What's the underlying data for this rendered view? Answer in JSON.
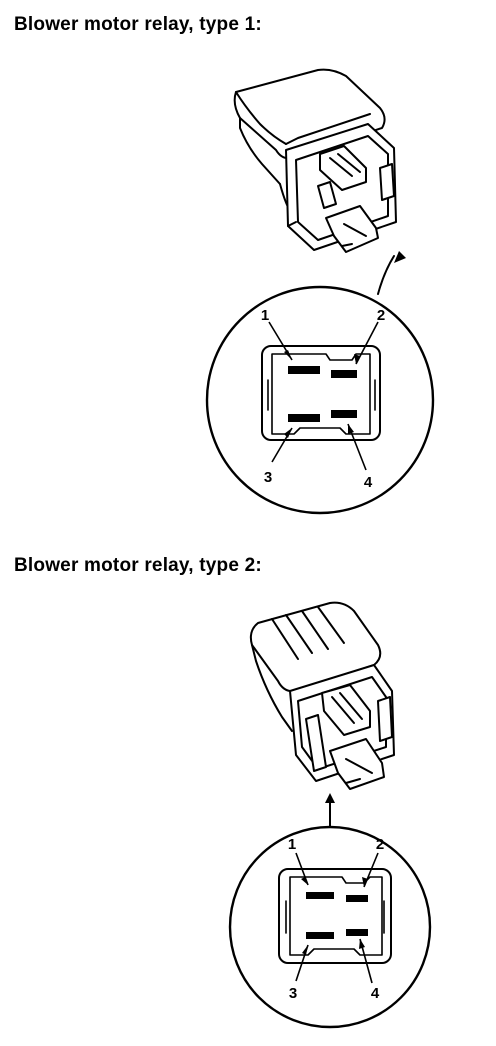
{
  "relays": [
    {
      "title": "Blower motor relay, type 1:",
      "pins": [
        "1",
        "2",
        "3",
        "4"
      ]
    },
    {
      "title": "Blower motor relay, type 2:",
      "pins": [
        "1",
        "2",
        "3",
        "4"
      ]
    }
  ]
}
